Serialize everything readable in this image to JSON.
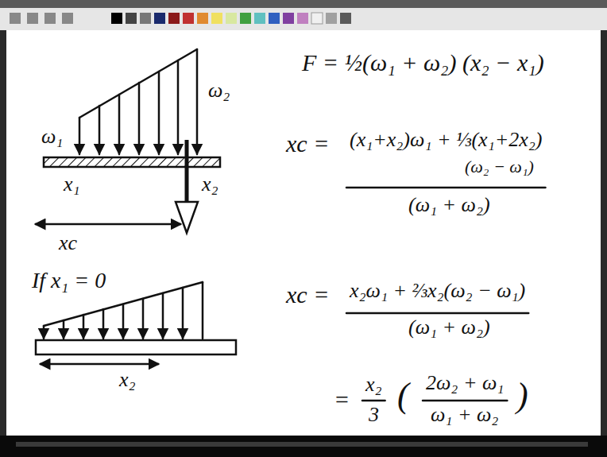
{
  "diagram": {
    "labels": [
      "ω₁",
      "ω₂",
      "x₁",
      "x₂",
      "xc",
      "F = ½(ω₁ + ω₂) (x₂ − x₁)",
      "xc =",
      "(x₁+x₂)ω₁ + ⅓(x₁+2x₂)",
      "(ω₂ − ω₁)",
      "(ω₁ + ω₂)",
      "If x₁ = 0",
      "x₂",
      "xc =",
      "x₂ω₁ + ⅔x₂(ω₂ − ω₁)",
      "(ω₁ + ω₂)",
      "=",
      "x₂",
      "3",
      "(",
      "2ω₂ + ω₁",
      "ω₁ + ω₂",
      ")"
    ]
  }
}
